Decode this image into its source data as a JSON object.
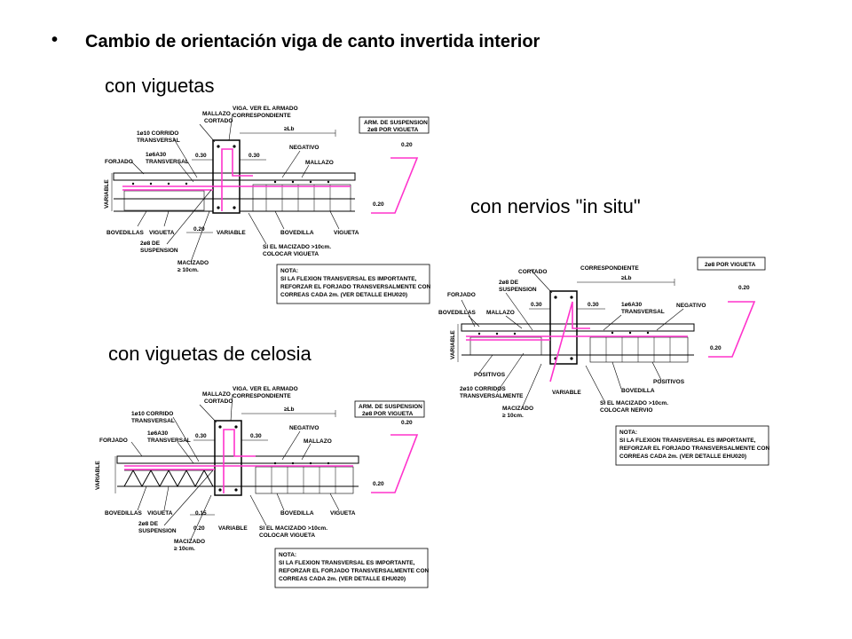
{
  "slide": {
    "bullet": "•",
    "title": "Cambio de orientación viga de canto invertida interior"
  },
  "panels": {
    "viguetas": {
      "heading": "con viguetas",
      "labels": {
        "mallazo_cortado": [
          "MALLAZO",
          "CORTADO"
        ],
        "viga": [
          "VIGA. VER EL ARMADO",
          "CORRESPONDIENTE"
        ],
        "corrido": [
          "1ø10 CORRIDO",
          "TRANSVERSAL"
        ],
        "transversal": [
          "1ø6A30",
          "TRANSVERSAL"
        ],
        "forjado": "FORJADO",
        "negativo": "NEGATIVO",
        "mallazo": "MALLAZO",
        "variable": "VARIABLE",
        "bovedillas": "BOVEDILLAS",
        "vigueta": "VIGUETA",
        "suspension": [
          "2ø8 DE",
          "SUSPENSION"
        ],
        "macizado": [
          "MACIZADO",
          "≥ 10cm."
        ],
        "bovedilla": "BOVEDILLA",
        "vigueta2": "VIGUETA",
        "si_macizado": [
          "SI EL MACIZADO >10cm.",
          "COLOCAR VIGUETA"
        ],
        "dim_030a": "0.30",
        "dim_030b": "0.30",
        "dim_020": "0.20",
        "dim_lb": "≥Lb",
        "arm_box": [
          "ARM. DE SUSPENSION",
          "2ø8 POR VIGUETA"
        ],
        "hook_020a": "0.20",
        "hook_020b": "0.20"
      },
      "note": [
        "NOTA:",
        "SI LA FLEXION TRANSVERSAL ES IMPORTANTE,",
        "REFORZAR EL FORJADO TRANSVERSALMENTE CON",
        "CORREAS CADA 2m. (VER DETALLE EHU020)"
      ]
    },
    "nervios": {
      "heading": "con nervios \"in situ\"",
      "labels": {
        "mallazo_cortado": [
          "CORTADO"
        ],
        "correspondiente": "CORRESPONDIENTE",
        "arm_box": "2ø8 POR VIGUETA",
        "suspension": [
          "2ø8 DE",
          "SUSPENSION"
        ],
        "forjado": "FORJADO",
        "bovedillas": "BOVEDILLAS",
        "mallazo": "MALLAZO",
        "transversal": [
          "1ø6A30",
          "TRANSVERSAL"
        ],
        "negativo": "NEGATIVO",
        "variable": "VARIABLE",
        "positivos": "POSITIVOS",
        "positivos2": "POSITIVOS",
        "corridos": [
          "2ø10 CORRIDOS",
          "TRANSVERSALMENTE"
        ],
        "bovedilla": "BOVEDILLA",
        "macizado": [
          "MACIZADO",
          "≥ 10cm."
        ],
        "si_macizado": [
          "SI EL MACIZADO >10cm.",
          "COLOCAR NERVIO"
        ],
        "dim_030a": "0.30",
        "dim_030b": "0.30",
        "dim_lb": "≥Lb",
        "hook_020a": "0.20",
        "hook_020b": "0.20"
      },
      "note": [
        "NOTA:",
        "SI LA FLEXION TRANSVERSAL ES IMPORTANTE,",
        "REFORZAR EL FORJADO TRANSVERSALMENTE CON",
        "CORREAS CADA 2m. (VER DETALLE EHU020)"
      ]
    },
    "celosia": {
      "heading": "con viguetas de celosia",
      "labels": {
        "mallazo_cortado": [
          "MALLAZO",
          "CORTADO"
        ],
        "viga": [
          "VIGA. VER EL ARMADO",
          "CORRESPONDIENTE"
        ],
        "corrido": [
          "1ø10 CORRIDO",
          "TRANSVERSAL"
        ],
        "transversal": [
          "1ø6A30",
          "TRANSVERSAL"
        ],
        "forjado": "FORJADO",
        "negativo": "NEGATIVO",
        "mallazo": "MALLAZO",
        "variable": "VARIABLE",
        "bovedillas": "BOVEDILLAS",
        "vigueta": "VIGUETA",
        "suspension": [
          "2ø8 DE",
          "SUSPENSION"
        ],
        "macizado": [
          "MACIZADO",
          "≥ 10cm."
        ],
        "bovedilla": "BOVEDILLA",
        "vigueta2": "VIGUETA",
        "si_macizado": [
          "SI EL MACIZADO >10cm.",
          "COLOCAR VIGUETA"
        ],
        "dim_030a": "0.30",
        "dim_030b": "0.30",
        "dim_015": "0.15",
        "dim_020": "0.20",
        "dim_lb": "≥Lb",
        "arm_box": [
          "ARM. DE SUSPENSION",
          "2ø8 POR VIGUETA"
        ],
        "hook_020a": "0.20",
        "hook_020b": "0.20"
      },
      "note": [
        "NOTA:",
        "SI LA FLEXION TRANSVERSAL ES IMPORTANTE,",
        "REFORZAR EL FORJADO TRANSVERSALMENTE CON",
        "CORREAS CADA 2m. (VER DETALLE EHU020)"
      ]
    }
  },
  "colors": {
    "rebar": "#ff33cc",
    "line": "#000000",
    "background": "#ffffff"
  }
}
